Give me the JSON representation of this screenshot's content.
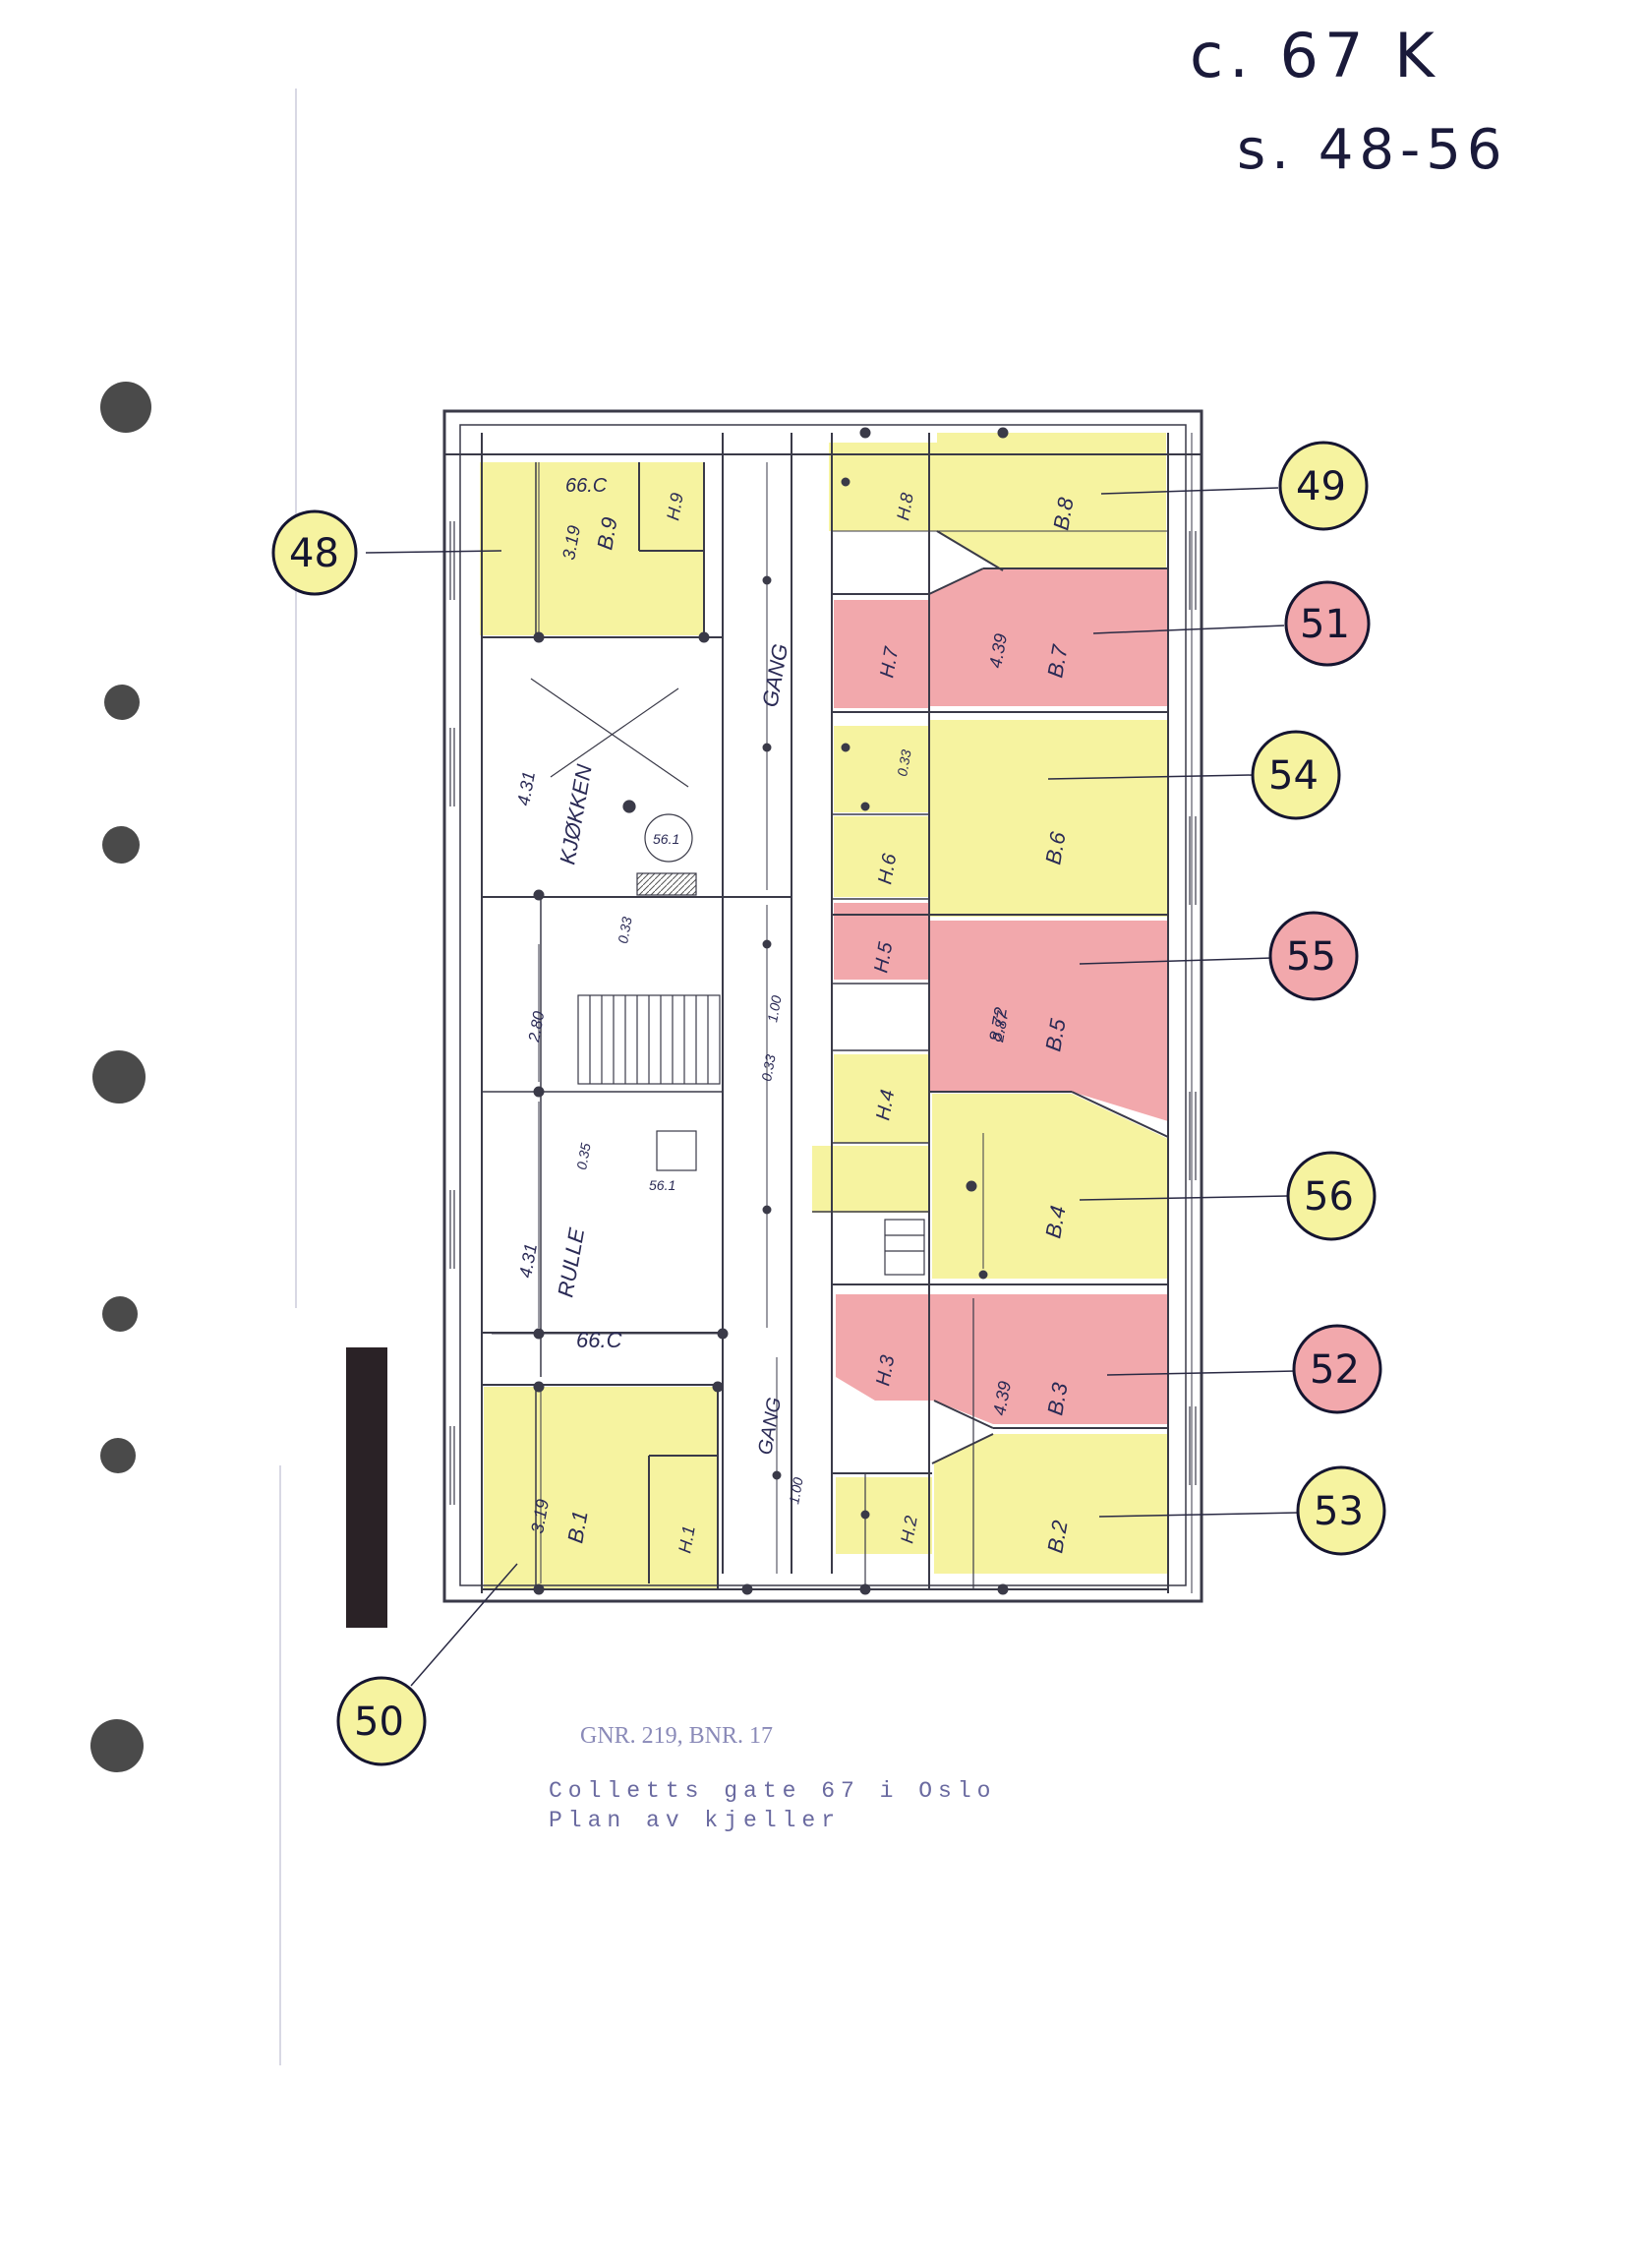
{
  "header": {
    "archive_ref": "c. 67 K",
    "page_range": "s. 48-56"
  },
  "plan": {
    "rooms": [
      {
        "id": "B.9",
        "area": "3.19"
      },
      {
        "id": "H.9"
      },
      {
        "id": "H.8"
      },
      {
        "id": "B.8"
      },
      {
        "id": "H.7"
      },
      {
        "id": "B.7",
        "area": "4.39"
      },
      {
        "id": "H.6"
      },
      {
        "id": "B.6"
      },
      {
        "id": "H.5"
      },
      {
        "id": "B.5",
        "area": "8.72"
      },
      {
        "id": "H.4"
      },
      {
        "id": "B.4"
      },
      {
        "id": "H.3"
      },
      {
        "id": "B.3",
        "area": "4.39"
      },
      {
        "id": "H.2"
      },
      {
        "id": "B.2"
      },
      {
        "id": "H.1"
      },
      {
        "id": "B.1",
        "area": "3.19"
      }
    ],
    "labels": {
      "kitchen": "KJØKKEN",
      "kitchen_area": "4.31",
      "laundry": "RULLE",
      "laundry_area": "4.31",
      "corridor_top": "GANG",
      "corridor_bottom": "GANG",
      "dim_top": "66.C",
      "dim_mid": "66.C",
      "dim_stair": "2.80",
      "dim_b": "2.87",
      "dim_c": "0.33",
      "dim_d": "0.35",
      "dim_e": "0.33",
      "dim_f": "0.33",
      "dim_g": "1.00",
      "dim_h": "1.00",
      "pillar_a": "56.1",
      "pillar_b": "56.1"
    },
    "highlight_colors": {
      "yellow": "#f6f3a0",
      "red": "#f2a8ac"
    }
  },
  "callouts": [
    {
      "number": "48",
      "color": "yellow"
    },
    {
      "number": "49",
      "color": "yellow"
    },
    {
      "number": "51",
      "color": "red"
    },
    {
      "number": "54",
      "color": "yellow"
    },
    {
      "number": "55",
      "color": "red"
    },
    {
      "number": "56",
      "color": "yellow"
    },
    {
      "number": "52",
      "color": "red"
    },
    {
      "number": "53",
      "color": "yellow"
    },
    {
      "number": "50",
      "color": "yellow"
    }
  ],
  "caption": {
    "gnr": "GNR. 219, BNR. 17",
    "address": "Colletts gate 67 i Oslo",
    "title": "Plan av kjeller"
  }
}
